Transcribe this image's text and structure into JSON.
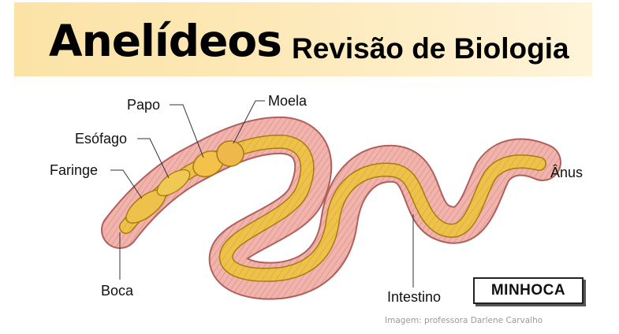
{
  "header": {
    "title": "Anelídeos",
    "subtitle": "Revisão de Biologia"
  },
  "labels": {
    "papo": "Papo",
    "moela": "Moela",
    "esofago": "Esófago",
    "faringe": "Faringe",
    "anus": "Ânus",
    "boca": "Boca",
    "intestino": "Intestino"
  },
  "tag": "MINHOCA",
  "credit": "Imagem: professora Darlene Carvalho",
  "colors": {
    "banner": "#fde9b8",
    "body_skin": "#f2b3ad",
    "body_outline": "#b0605a",
    "gut": "#eec24a",
    "gut_outline": "#a87a10"
  }
}
